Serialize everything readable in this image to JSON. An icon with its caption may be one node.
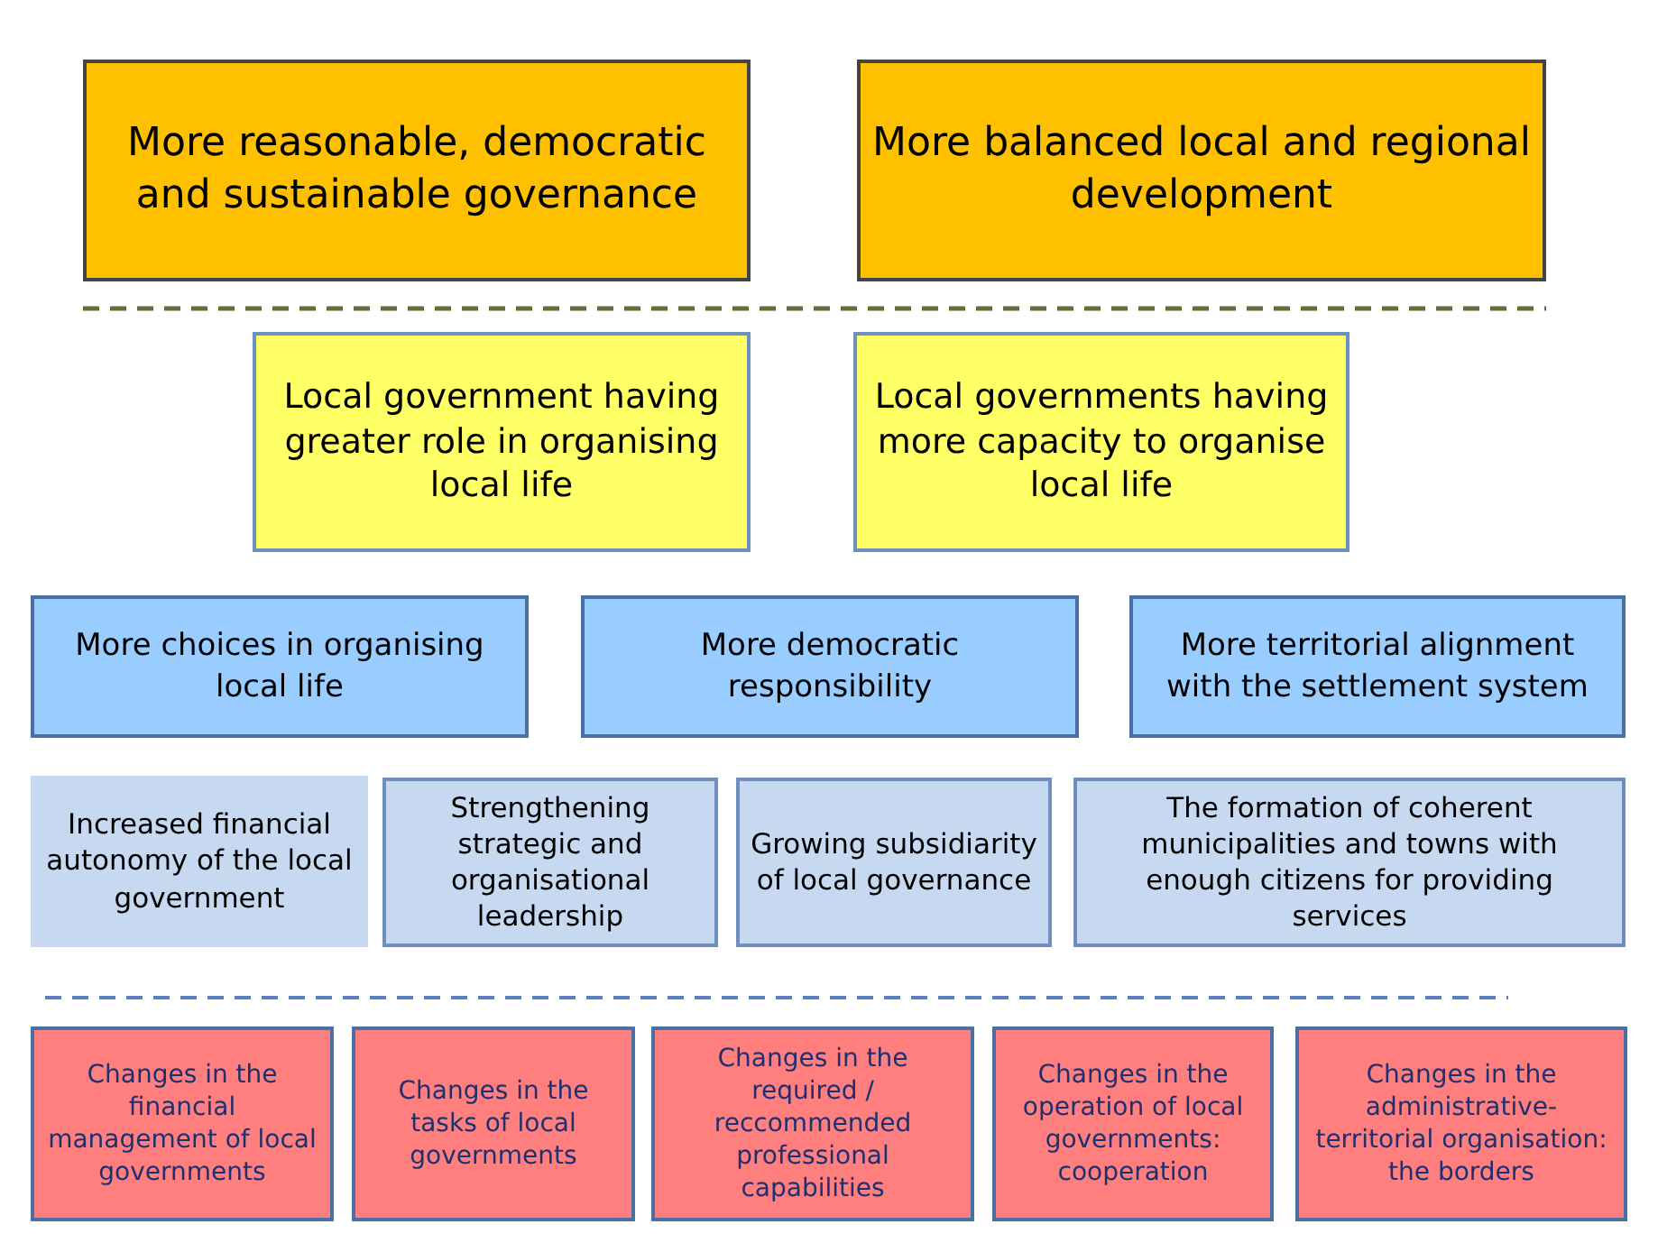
{
  "diagram": {
    "nodes": [
      {
        "text": [
          "More reasonable, democratic and sustainable governance"
        ]
      },
      {
        "text": [
          "More balanced local and regional development"
        ]
      },
      {
        "text": [
          "Local government having greater role in organising local life"
        ]
      },
      {
        "text": [
          "Local governments having more capacity to organise local life"
        ]
      },
      {
        "text": [
          "More choices in organising local life"
        ]
      },
      {
        "text": [
          "More democratic responsibility"
        ]
      },
      {
        "text": [
          "More territorial alignment with the settlement system"
        ]
      },
      {
        "text": [
          "Increased financial autonomy of the local government"
        ]
      },
      {
        "text": [
          "Strengthening strategic and organisational leadership"
        ]
      },
      {
        "text": [
          "Growing subsidiarity of local governance"
        ]
      },
      {
        "text": [
          "The formation of coherent municipalities and towns with enough citizens for providing services"
        ]
      },
      {
        "text": [
          "Changes in the financial management of local governments"
        ]
      },
      {
        "text": [
          "Changes in the tasks of local governments"
        ]
      },
      {
        "text": [
          "Changes in the required / reccommended professional capabilities"
        ]
      },
      {
        "text": [
          "Changes in the operation of local governments: cooperation"
        ]
      },
      {
        "text": [
          "Changes in the administrative-territorial organisation: the borders"
        ]
      }
    ]
  }
}
